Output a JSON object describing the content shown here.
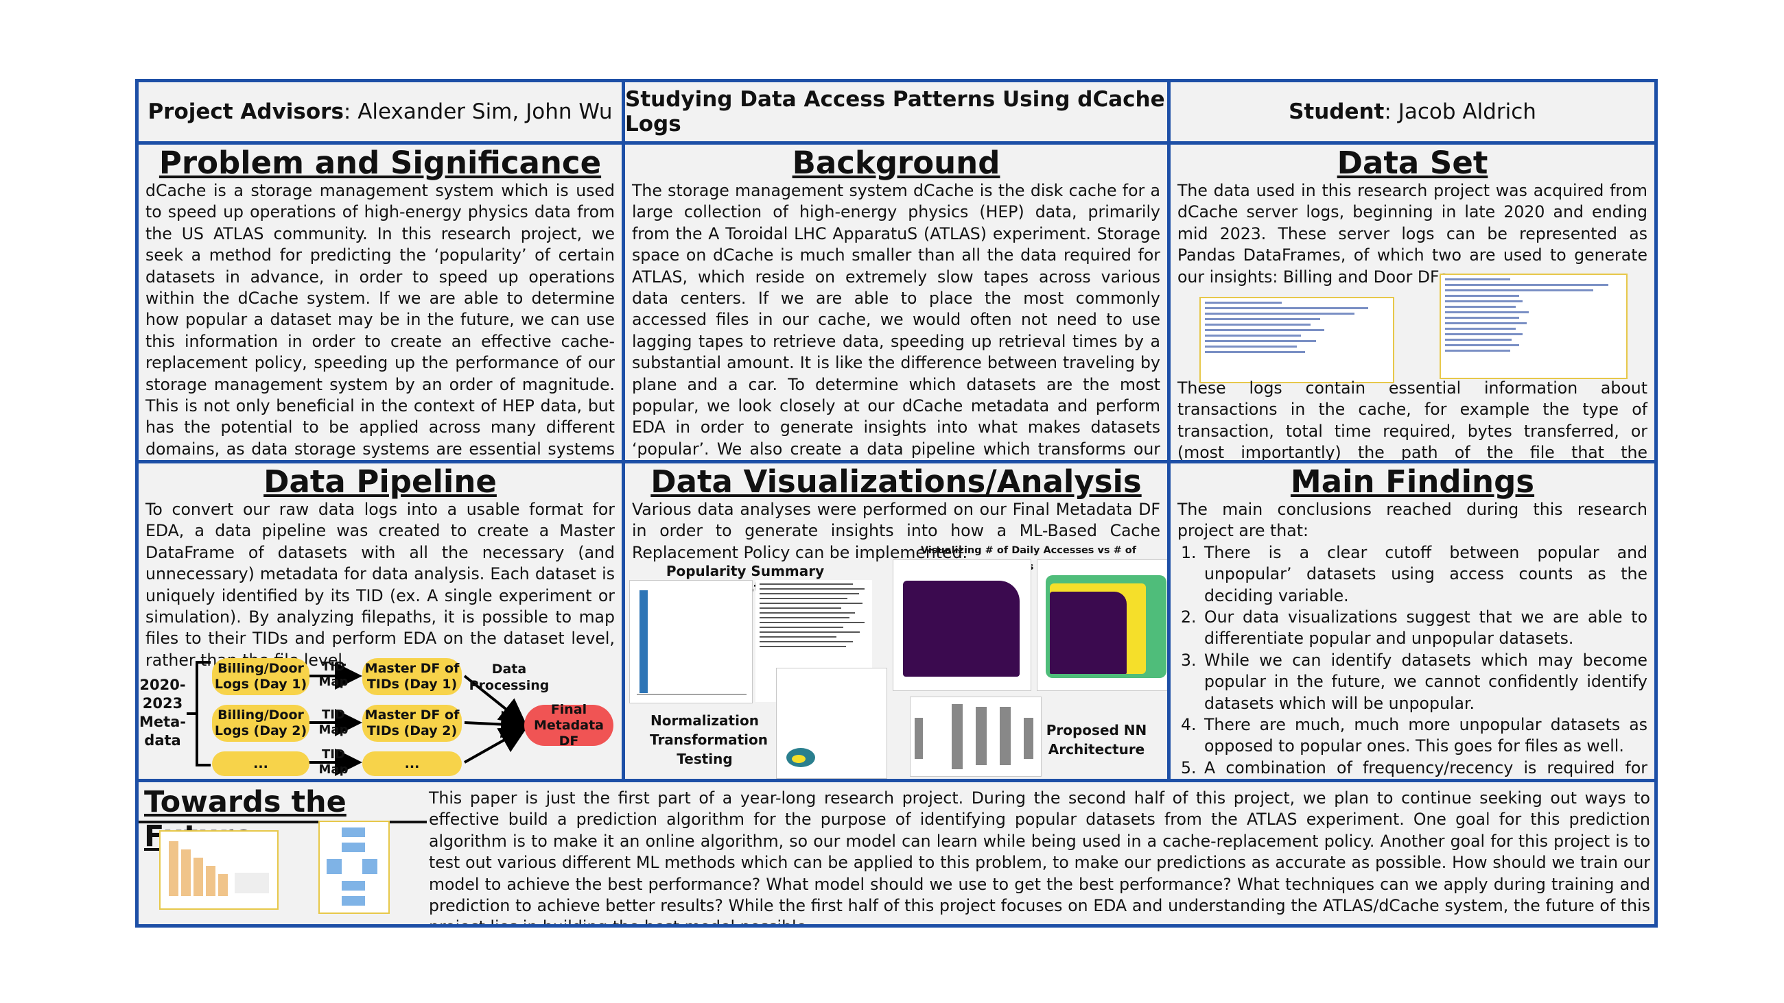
{
  "header": {
    "advisors_label": "Project Advisors",
    "advisors_names": ": Alexander Sim, John Wu",
    "title": "Studying Data Access Patterns Using dCache Logs",
    "student_label": "Student",
    "student_name": ": Jacob Aldrich"
  },
  "problem": {
    "title": "Problem and Significance",
    "text": "dCache is a storage management system which is used to speed up operations of high-energy physics data from the US ATLAS community. In this research project, we seek a method for predicting the ‘popularity’ of certain datasets in advance, in order to speed up operations within the dCache system. If we are able to determine how popular a dataset may be in the future, we can use this information in order to create an effective cache-replacement policy, speeding up the performance of our storage management system by an order of magnitude. This is not only beneficial in the context of HEP data, but has the potential to be applied across many different domains, as data storage systems are essential systems in use around the globe."
  },
  "background": {
    "title": "Background",
    "text": "The storage management system dCache is the disk cache for a large collection of high-energy physics (HEP) data, primarily from the A Toroidal LHC ApparatuS (ATLAS) experiment. Storage space on dCache is much smaller than all the data required for ATLAS, which reside on extremely slow tapes across various data centers. If we are able to place the most commonly accessed files in our cache, we would often not need to use lagging tapes to retrieve data, speeding up retrieval times by a substantial amount. It is like the difference between traveling by plane and a car. To determine which datasets are the most popular, we look closely at our dCache metadata and perform EDA in order to generate insights into what makes datasets ‘popular’. We also create a data pipeline which transforms our metadata into a format which we can easily perform data analysis on."
  },
  "dataset": {
    "title": "Data Set",
    "text1": "The data used in this research project was acquired from dCache server logs, beginning in late 2020 and ending mid 2023. These server logs can be represented as Pandas DataFrames, of which two are used to generate our insights: Billing and Door DFs.",
    "text2": "These logs contain essential information about transactions in the cache, for example the type of transaction, total time required, bytes transferred, or (most importantly) the path of the file that the transaction is directed toward."
  },
  "pipeline": {
    "title": "Data Pipeline",
    "text": "To convert our raw data logs into a usable format for EDA, a data pipeline was created to create a Master DataFrame of datasets with all the necessary (and unnecessary) metadata for data analysis. Each dataset is uniquely identified by its TID (ex. A single experiment or simulation). By analyzing filepaths, it is possible to map files to their TIDs and perform EDA on the dataset level, rather than the file level.",
    "years": "2020-\n2023\nMeta-\ndata",
    "logs1": "Billing/Door\nLogs (Day 1)",
    "logs2": "Billing/Door\nLogs (Day 2)",
    "logs3": "...",
    "map1": "TID\nMap",
    "map2": "TID\nMap",
    "map3": "TID\nMap",
    "master1": "Master DF of\nTIDs (Day 1)",
    "master2": "Master DF of\nTIDs (Day 2)",
    "master3": "...",
    "processing": "Data\nProcessing",
    "final": "Final\nMetadata DF"
  },
  "viz": {
    "title": "Data Visualizations/Analysis",
    "text": "Various data analyses were performed on our Final Metadata DF in order to generate insights into how a ML-Based Cache Replacement Policy can be implemented.",
    "popularity_label": "Popularity Summary Statistics",
    "daily_label": "Visualizing # of Daily Accesses vs # of Tomorrow's Accesses",
    "normalization_label": "Normalization\nTransformation\nTesting",
    "nn_label": "Proposed NN\nArchitecture"
  },
  "findings": {
    "title": "Main Findings",
    "intro": "The main conclusions reached during this research project are that:",
    "items": [
      "There is a clear cutoff between popular and unpopular’ datasets using access counts as the deciding variable.",
      "Our data visualizations suggest that we are able to differentiate popular and unpopular datasets.",
      "While we can identify datasets which may become popular in the future, we cannot confidently identify datasets which will be unpopular.",
      "There are much, much more unpopular datasets as opposed to popular ones. This goes for files as well.",
      "A combination of frequency/recency is required for our model to be as accurate as possible."
    ]
  },
  "future": {
    "title": "Towards the Future",
    "text": "This paper is just the first part of a year-long research project. During the second half of this project, we plan to continue seeking out ways to effective build a prediction algorithm for the purpose of identifying popular datasets from the ATLAS experiment. One goal for this prediction algorithm is to make it an online algorithm, so our model can learn while being used in a cache-replacement policy. Another goal for this project is to test out various different ML methods which can be applied to this problem, to make our predictions as accurate as possible. How should we train our model to achieve the best performance? What model should we use to get the best performance? What techniques can we apply during training and prediction to achieve better results? While the first half of this project focuses on EDA and understanding the ATLAS/dCache system, the future of this project lies in building the best model possible."
  },
  "colors": {
    "border": "#1d4fa6",
    "pill": "#f7d34a",
    "final": "#f05454",
    "panel": "#f2f2f2"
  }
}
